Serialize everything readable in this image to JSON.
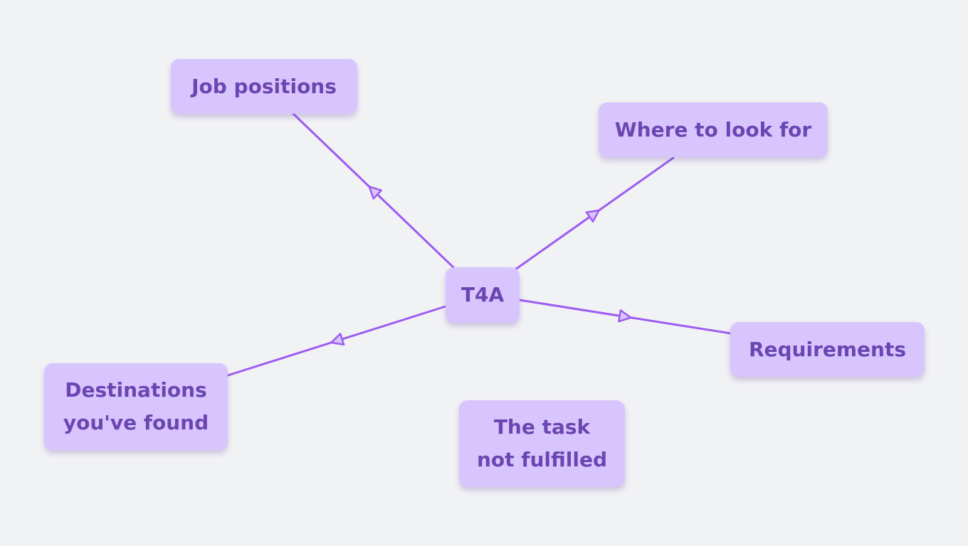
{
  "colors": {
    "background": "#f1f2f4",
    "node_fill": "#d8c5fd",
    "node_text": "#6b46b2",
    "edge": "#9c5cf2"
  },
  "nodes": {
    "center": "T4A",
    "job_positions": "Job positions",
    "where_to_look": "Where to look for",
    "requirements": "Requirements",
    "destinations": "Destinations\nyou've found",
    "task_not_fulfilled": "The task\nnot fulfilled"
  },
  "edges": [
    {
      "from": "center",
      "to": "job_positions"
    },
    {
      "from": "center",
      "to": "where_to_look"
    },
    {
      "from": "center",
      "to": "requirements"
    },
    {
      "from": "center",
      "to": "destinations"
    }
  ]
}
